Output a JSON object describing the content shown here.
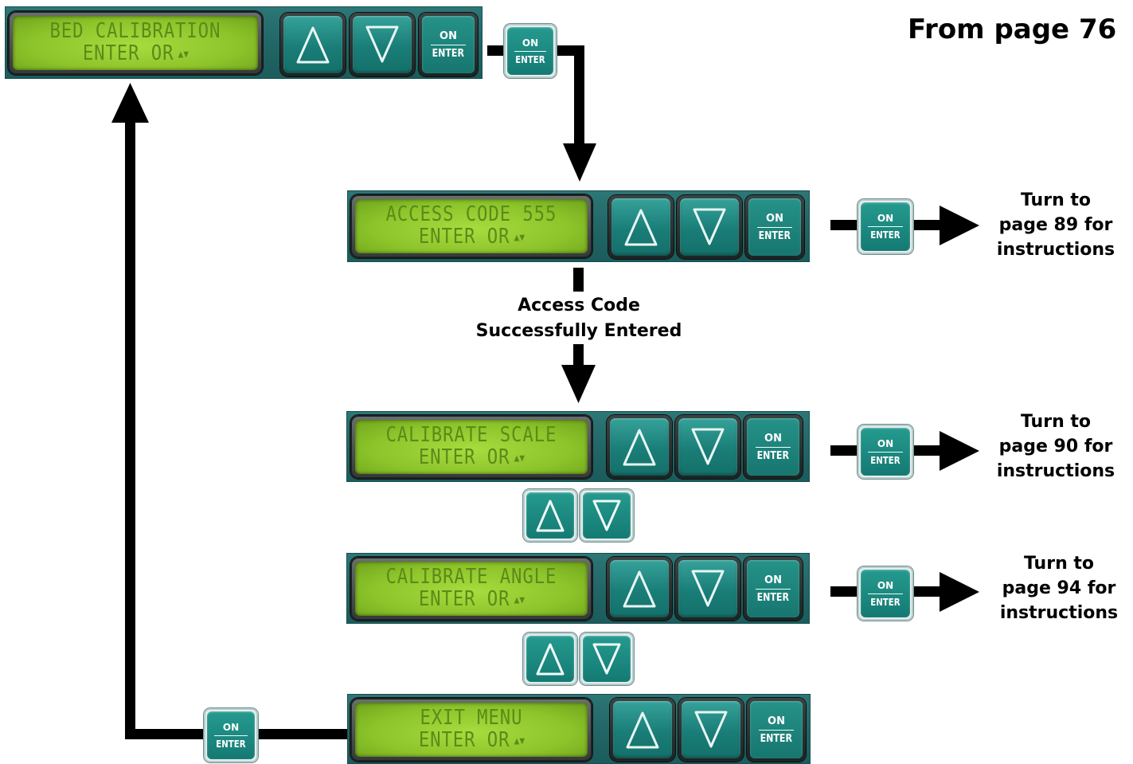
{
  "header": {
    "title": "From page 76"
  },
  "screens": {
    "bed_calibration": {
      "line1": "BED CALIBRATION",
      "line2": "ENTER OR"
    },
    "access_code": {
      "line1": "ACCESS CODE 555",
      "line2": "ENTER OR"
    },
    "calibrate_scale": {
      "line1": "CALIBRATE SCALE",
      "line2": "ENTER OR"
    },
    "calibrate_angle": {
      "line1": "CALIBRATE ANGLE",
      "line2": "ENTER OR"
    },
    "exit_menu": {
      "line1": "EXIT MENU",
      "line2": "ENTER OR"
    }
  },
  "updown_symbol": "▲▼",
  "enter_key": {
    "on_label": "ON",
    "enter_label": "ENTER"
  },
  "flow": {
    "access_caption_line1": "Access Code",
    "access_caption_line2": "Successfully Entered"
  },
  "notes": {
    "scale_access": {
      "line1": "Turn to",
      "line2": "page 89 for",
      "line3": "instructions"
    },
    "scale": {
      "line1": "Turn to",
      "line2": "page 90 for",
      "line3": "instructions"
    },
    "angle": {
      "line1": "Turn to",
      "line2": "page 94 for",
      "line3": "instructions"
    }
  },
  "colors": {
    "panel": "#226767",
    "lcd": "#8cc42a",
    "lcd_text": "#5d8a1a",
    "button": "#1a7d77",
    "line": "#000000"
  }
}
